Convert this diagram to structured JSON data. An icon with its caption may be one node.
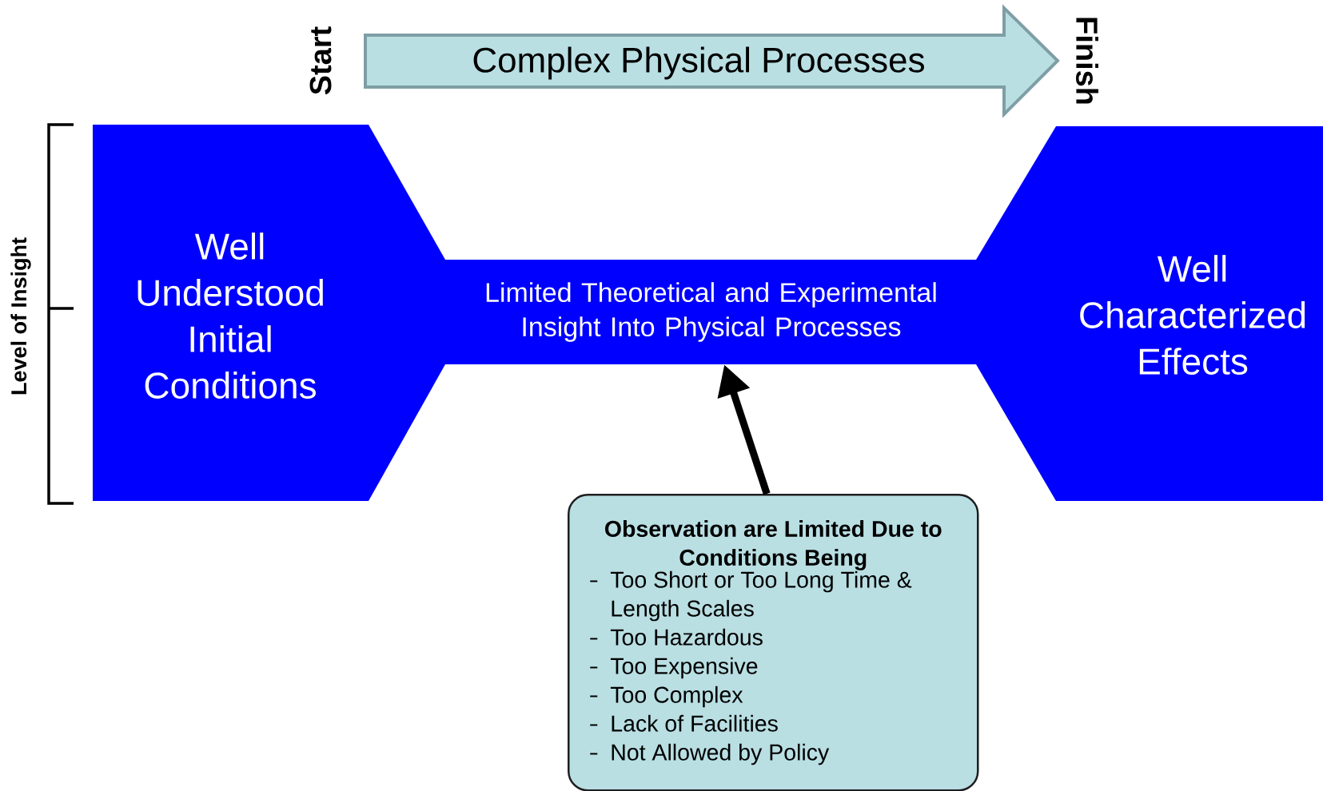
{
  "diagram": {
    "nodes": [
      {
        "text": [
          "Complex Physical Processes"
        ]
      },
      {
        "text": [
          "Well Understood Initial Conditions"
        ]
      },
      {
        "text": [
          "Limited Theoretical and Experimental Insight Into Physical Processes"
        ]
      },
      {
        "text": [
          "Well Characterized Effects"
        ]
      },
      {
        "text": [
          "Observation are Limited Due to Conditions Being",
          "Too Short or Too Long Time & Length Scales",
          "Too Hazardous",
          "Too Expensive",
          "Too Complex",
          "Lack of Facilities",
          "Not Allowed by Policy"
        ]
      }
    ],
    "edges": [
      {
        "from": 4,
        "to": 2,
        "arrow": "to"
      }
    ],
    "labels": [
      "Start",
      "Finish",
      "Level of Insight"
    ]
  }
}
